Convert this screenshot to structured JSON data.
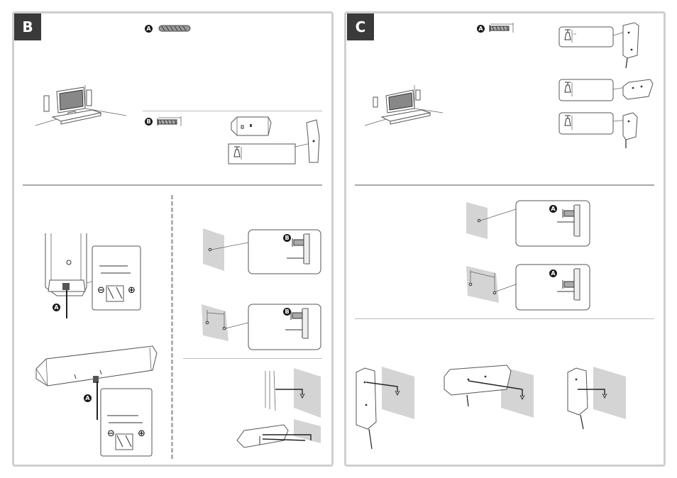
{
  "panels": {
    "left": {
      "badge": "B"
    },
    "right": {
      "badge": "C"
    }
  },
  "callouts": {
    "a": "A",
    "b": "B"
  },
  "colors": {
    "badge_bg": "#3a3a3a",
    "panel_border": "#cfcfcf",
    "wall_fill": "#d4d4d4"
  },
  "icons": {
    "minus": "⊖",
    "plus": "⊕"
  }
}
